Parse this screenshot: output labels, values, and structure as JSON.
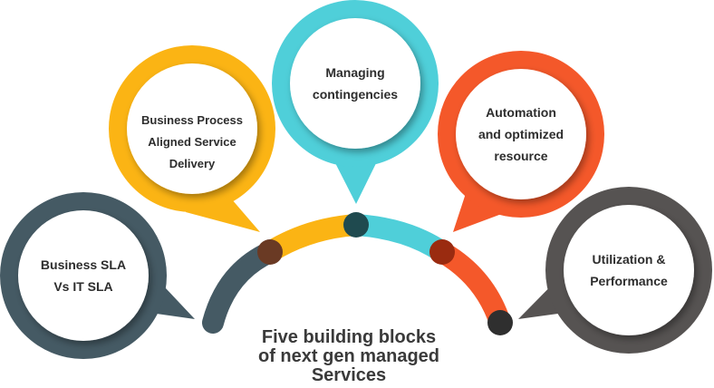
{
  "title": "Five building blocks\nof next gen managed\nServices",
  "colors": {
    "slate": "#455a64",
    "gold": "#fbb414",
    "teal": "#4fcfd9",
    "orange": "#f4582a",
    "grey": "#565352"
  },
  "blocks": [
    {
      "label": "Business SLA\nVs IT SLA",
      "color": "slate"
    },
    {
      "label": "Business Process\nAligned Service\nDelivery",
      "color": "gold"
    },
    {
      "label": "Managing\ncontingencies",
      "color": "teal"
    },
    {
      "label": "Automation\nand optimized\nresource",
      "color": "orange"
    },
    {
      "label": "Utilization &\nPerformance",
      "color": "grey"
    }
  ]
}
